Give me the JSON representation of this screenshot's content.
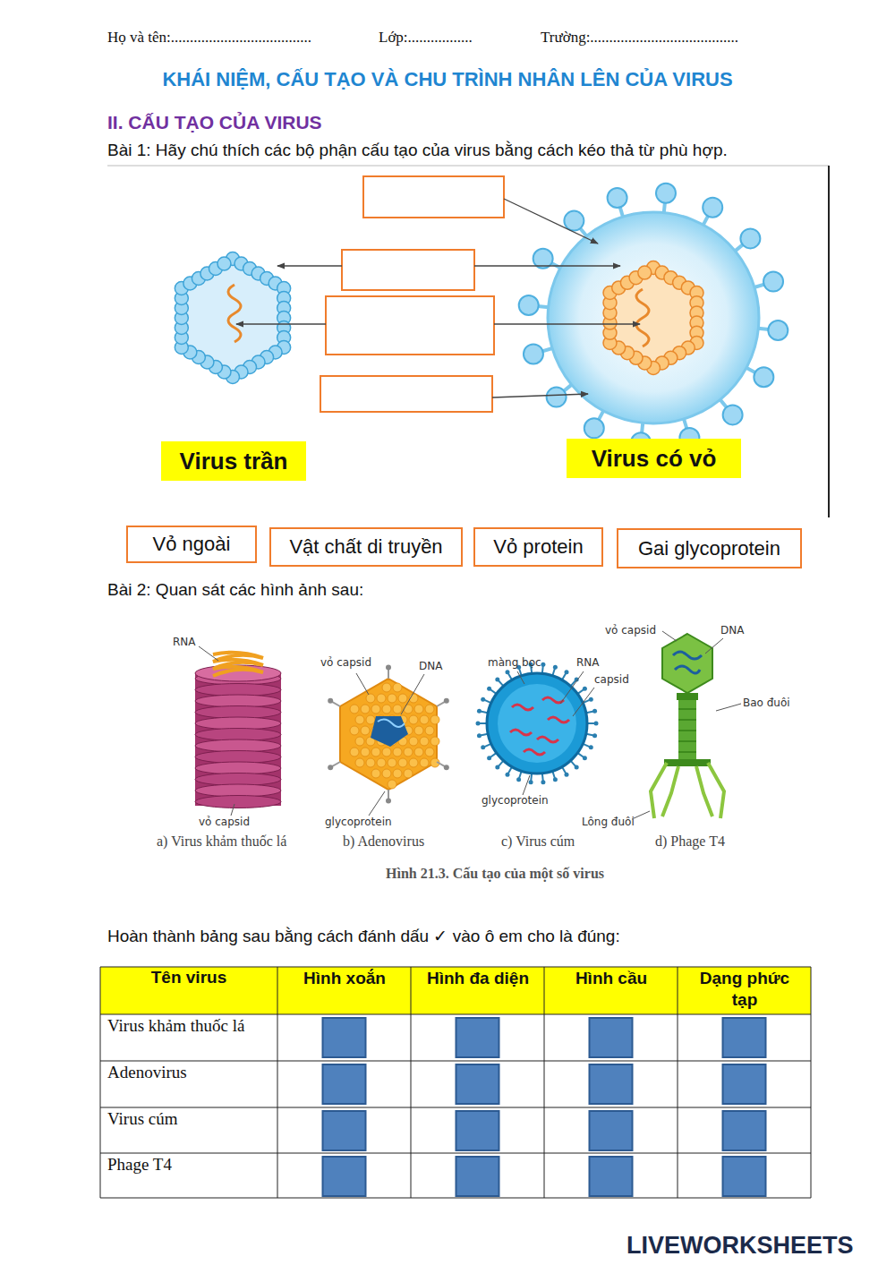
{
  "diagram": {
    "title": "KHÁI NIỆM, CẤU TẠO VÀ CHU TRÌNH NHÂN LÊN CỦA VIRUS",
    "caption": "Hình 21.3. Cấu tạo của một số virus",
    "nodes": [
      {
        "text": [
          "Virus trần"
        ]
      },
      {
        "text": [
          "Virus có vỏ"
        ]
      },
      {
        "text": [
          "Vỏ ngoài"
        ]
      },
      {
        "text": [
          "Vật chất di truyền"
        ]
      },
      {
        "text": [
          "Vỏ protein"
        ]
      },
      {
        "text": [
          "Gai glycoprotein"
        ]
      }
    ],
    "labels": [
      "Họ và tên:.....................................",
      "Lớp:.................",
      "Trường:.......................................",
      "II. CẤU TẠO CỦA VIRUS",
      "Bài 1: Hãy chú thích các bộ phận cấu tạo của virus bằng cách kéo thả từ phù hợp.",
      "Bài 2: Quan sát các hình ảnh sau:",
      "RNA",
      "vỏ capsid",
      "vỏ capsid",
      "DNA",
      "glycoprotein",
      "màng bọc",
      "RNA",
      "capsid",
      "glycoprotein",
      "vỏ capsid",
      "DNA",
      "Bao đuôi",
      "Lông đuôi",
      "a) Virus khảm thuốc lá",
      "b) Adenovirus",
      "c) Virus cúm",
      "d) Phage T4",
      "Hoàn thành bảng sau bằng cách đánh dấu ✓ vào ô em cho là đúng:",
      "Tên virus",
      "Hình xoắn",
      "Hình đa diện",
      "Hình cầu",
      "Dạng phức tạp",
      "Virus khảm thuốc lá",
      "Adenovirus",
      "Virus cúm",
      "Phage T4",
      "LIVEWORKSHEETS"
    ]
  }
}
